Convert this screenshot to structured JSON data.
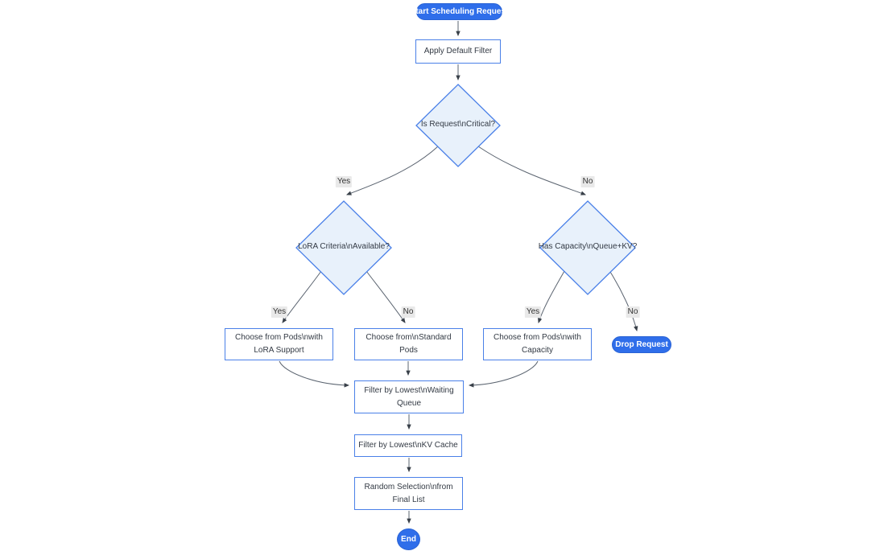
{
  "diagram": {
    "type": "flowchart",
    "background": "#ffffff",
    "colors": {
      "pill_fill": "#2f6eea",
      "pill_text": "#ffffff",
      "rect_fill": "#ffffff",
      "rect_border": "#4a80e8",
      "diamond_fill": "#e8f1fb",
      "diamond_border": "#4a80e8",
      "edge_line": "#5b6470",
      "edge_label_bg": "#e9e9e9",
      "node_text": "#333a44"
    },
    "nodes": {
      "start": {
        "type": "pill",
        "label": "Start Scheduling Request"
      },
      "apply_filter": {
        "type": "rect",
        "label": "Apply Default Filter"
      },
      "is_critical": {
        "type": "diamond",
        "label": "Is Request\\nCritical?"
      },
      "lora_criteria": {
        "type": "diamond",
        "label": "LoRA Criteria\\nAvailable?"
      },
      "has_capacity": {
        "type": "diamond",
        "label": "Has Capacity\\nQueue+KV?"
      },
      "choose_lora": {
        "type": "rect",
        "label": "Choose from Pods\\nwith LoRA Support"
      },
      "choose_standard": {
        "type": "rect",
        "label": "Choose from\\nStandard Pods"
      },
      "choose_capacity": {
        "type": "rect",
        "label": "Choose from Pods\\nwith Capacity"
      },
      "drop_request": {
        "type": "pill",
        "label": "Drop Request"
      },
      "filter_queue": {
        "type": "rect",
        "label": "Filter by Lowest\\nWaiting Queue"
      },
      "filter_kv": {
        "type": "rect",
        "label": "Filter by Lowest\\nKV Cache"
      },
      "random_selection": {
        "type": "rect",
        "label": "Random Selection\\nfrom Final List"
      },
      "end": {
        "type": "circle",
        "label": "End"
      }
    },
    "edge_labels": {
      "critical_yes": "Yes",
      "critical_no": "No",
      "lora_yes": "Yes",
      "lora_no": "No",
      "capacity_yes": "Yes",
      "capacity_no": "No"
    },
    "edges": [
      {
        "from": "start",
        "to": "apply_filter",
        "label": ""
      },
      {
        "from": "apply_filter",
        "to": "is_critical",
        "label": ""
      },
      {
        "from": "is_critical",
        "to": "lora_criteria",
        "label": "Yes"
      },
      {
        "from": "is_critical",
        "to": "has_capacity",
        "label": "No"
      },
      {
        "from": "lora_criteria",
        "to": "choose_lora",
        "label": "Yes"
      },
      {
        "from": "lora_criteria",
        "to": "choose_standard",
        "label": "No"
      },
      {
        "from": "has_capacity",
        "to": "choose_capacity",
        "label": "Yes"
      },
      {
        "from": "has_capacity",
        "to": "drop_request",
        "label": "No"
      },
      {
        "from": "choose_lora",
        "to": "filter_queue",
        "label": ""
      },
      {
        "from": "choose_standard",
        "to": "filter_queue",
        "label": ""
      },
      {
        "from": "choose_capacity",
        "to": "filter_queue",
        "label": ""
      },
      {
        "from": "filter_queue",
        "to": "filter_kv",
        "label": ""
      },
      {
        "from": "filter_kv",
        "to": "random_selection",
        "label": ""
      },
      {
        "from": "random_selection",
        "to": "end",
        "label": ""
      }
    ]
  }
}
